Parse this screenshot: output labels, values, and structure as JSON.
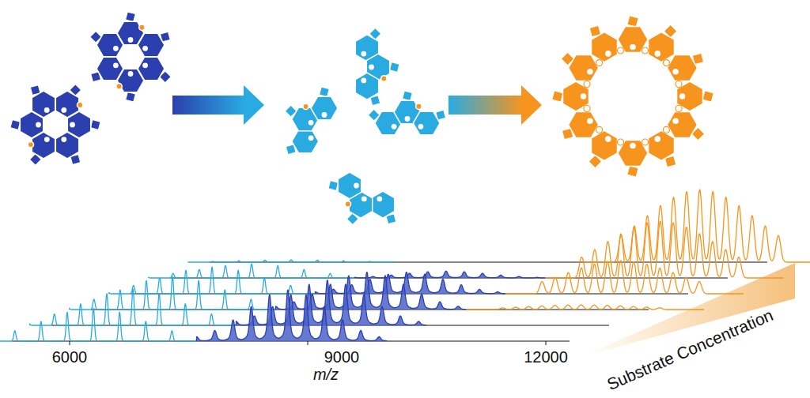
{
  "diagram": {
    "labels": [
      "6000",
      "m/z",
      "9000",
      "12000",
      "Substrate Concentration"
    ]
  }
}
